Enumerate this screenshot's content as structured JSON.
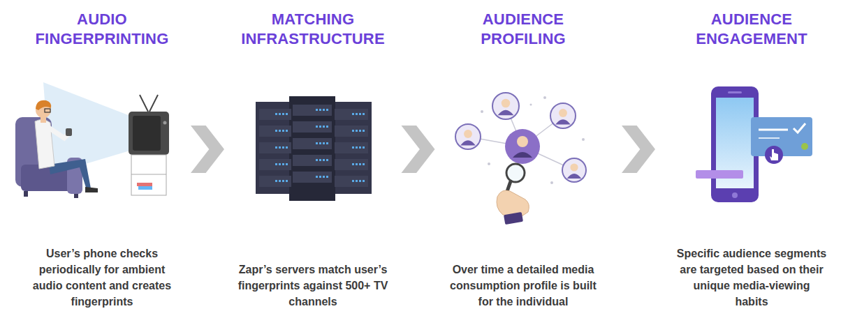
{
  "diagram": {
    "nodes": [
      {
        "text": [
          "AUDIO FINGERPRINTING",
          "User’s phone checks periodically for ambient audio content and creates fingerprints"
        ]
      },
      {
        "text": [
          "MATCHING INFRASTRUCTURE",
          "Zapr’s servers match user’s fingerprints against 500+ TV channels"
        ]
      },
      {
        "text": [
          "AUDIENCE PROFILING",
          "Over time a detailed media consumption profile is built for the individual"
        ]
      },
      {
        "text": [
          "AUDIENCE ENGAGEMENT",
          "Specific audience segments are targeted based on their unique media-viewing habits"
        ]
      }
    ],
    "edges": [
      {
        "from": 0,
        "to": 1,
        "arrow": "to"
      },
      {
        "from": 1,
        "to": 2,
        "arrow": "to"
      },
      {
        "from": 2,
        "to": 3,
        "arrow": "to"
      }
    ]
  }
}
